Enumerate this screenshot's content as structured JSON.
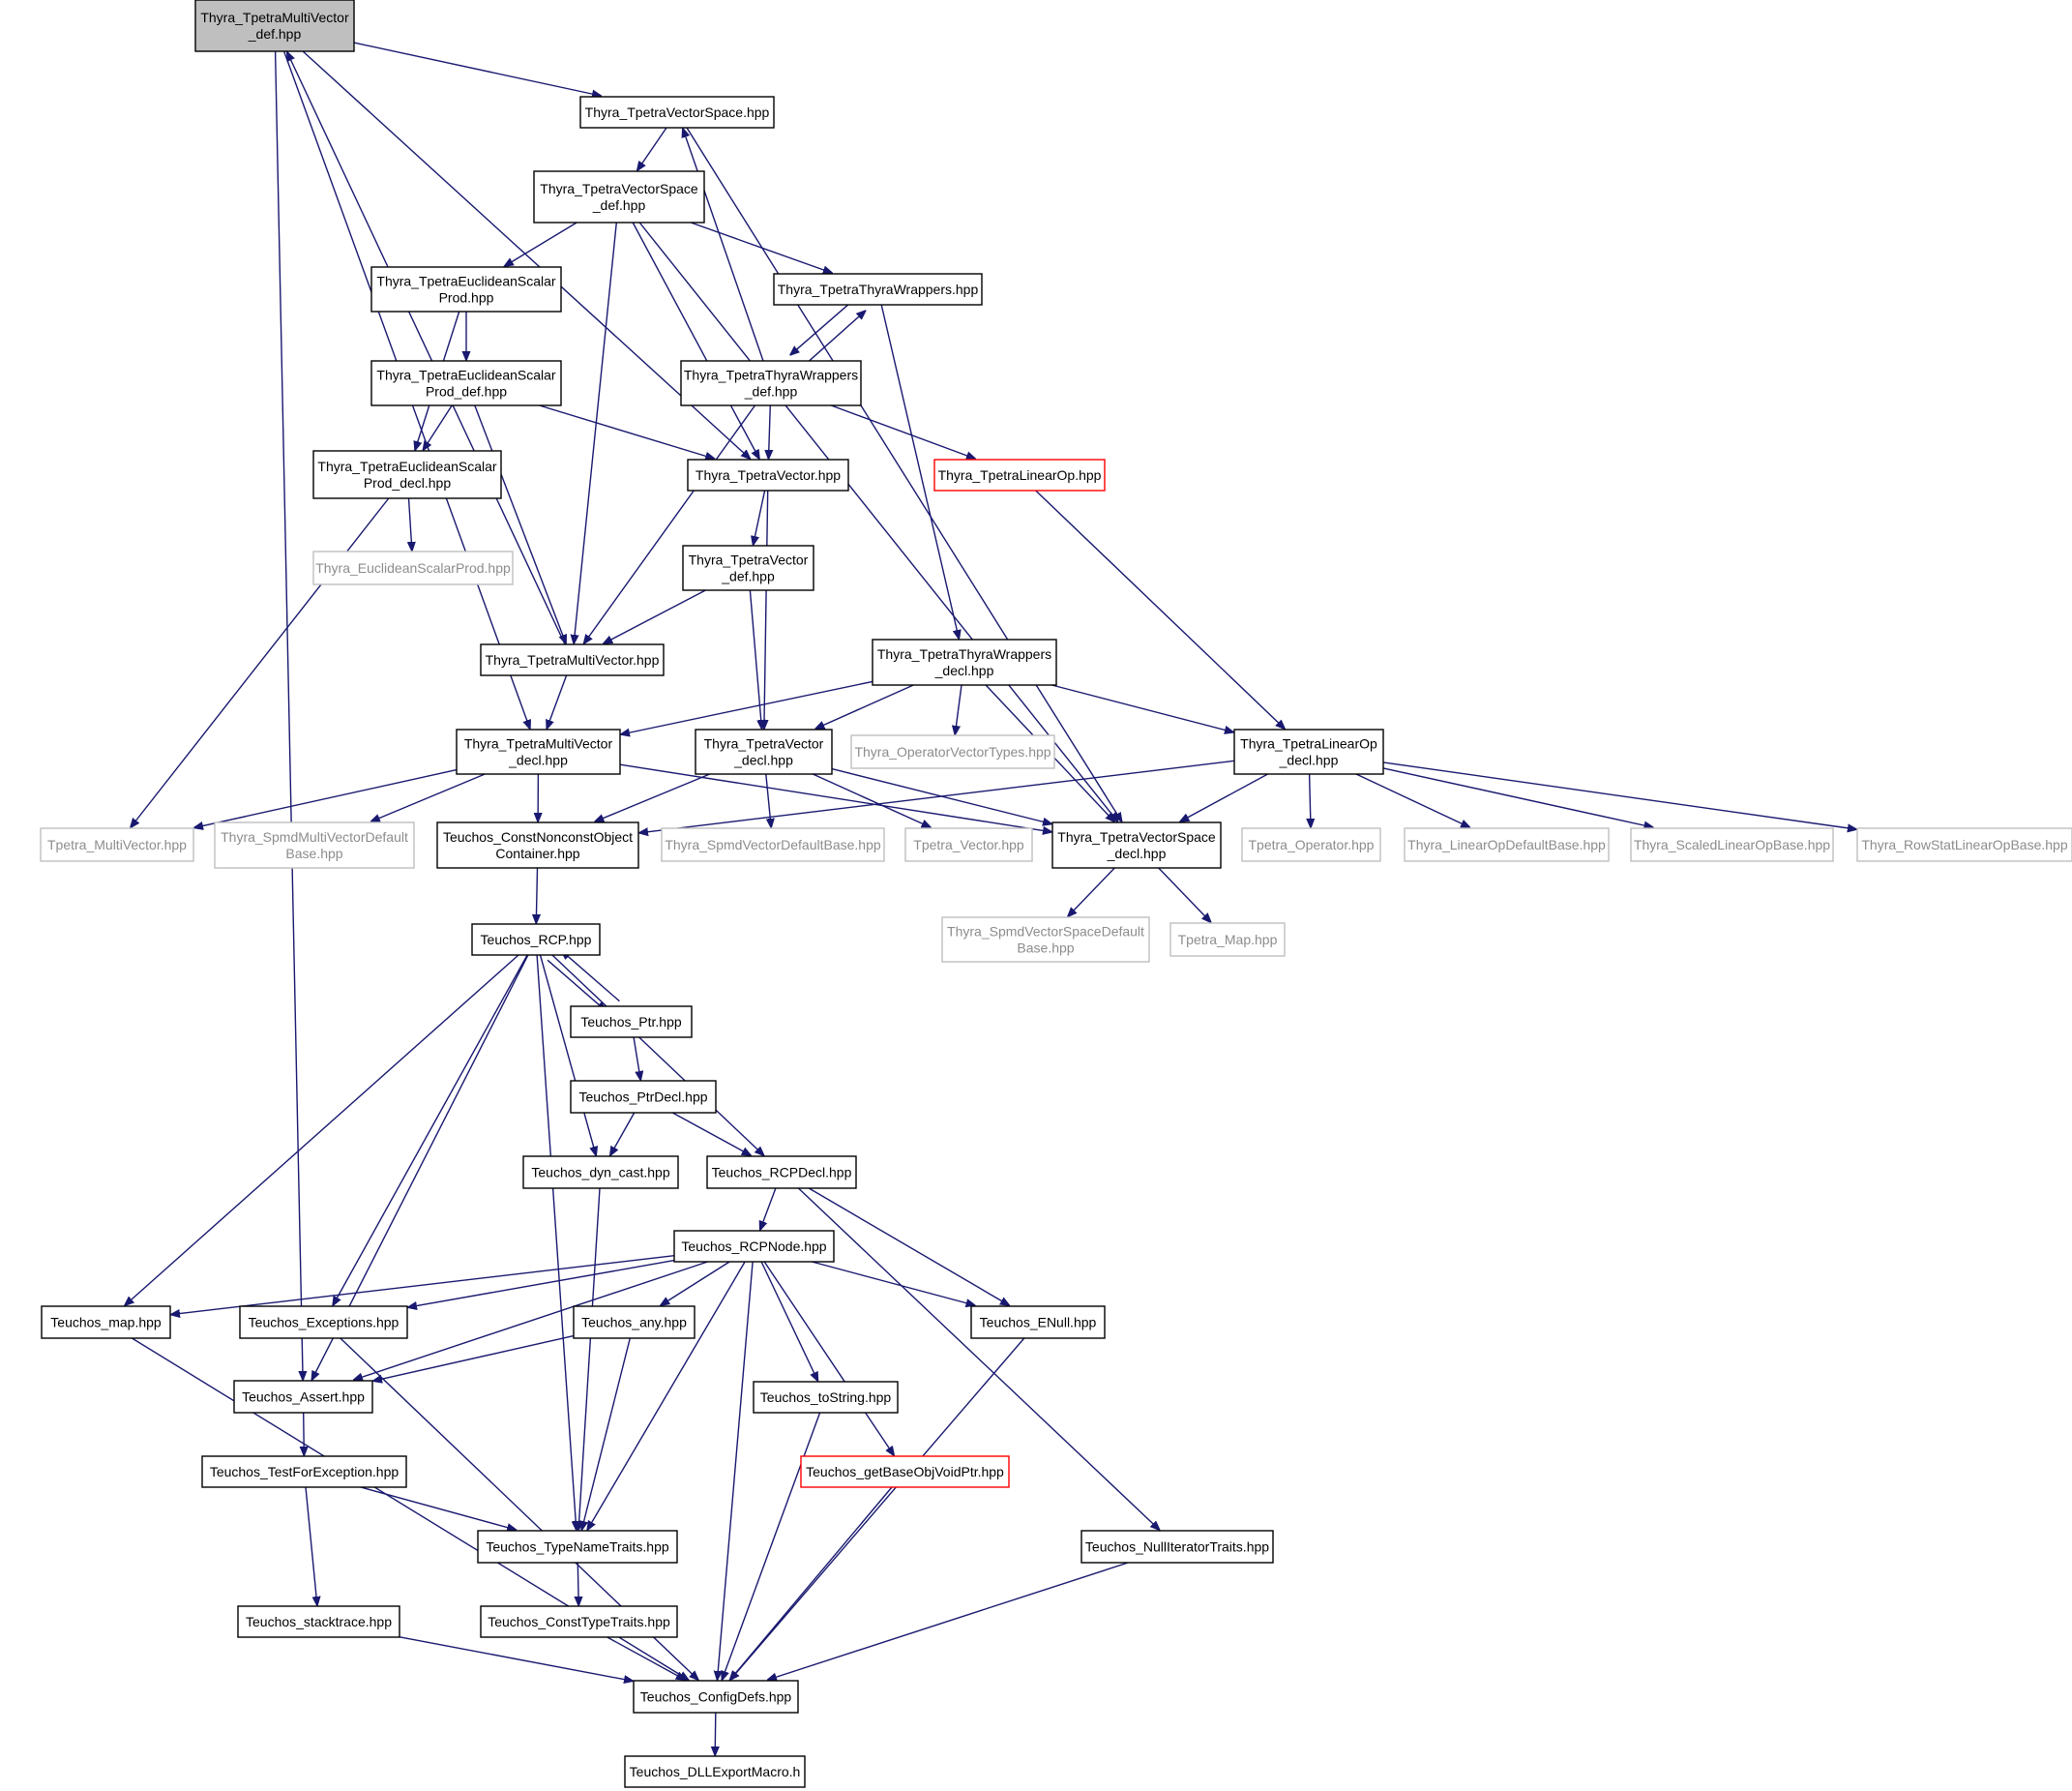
{
  "colors": {
    "edge": "#191970",
    "node_border": "#000000",
    "root_fill": "#bfbfbf",
    "external_border": "#bfbfbf",
    "external_text": "#8c8c8c",
    "truncated_border": "#ff0000"
  },
  "nodes": [
    {
      "id": "n_root",
      "label": [
        "Thyra_TpetraMultiVector",
        "_def.hpp"
      ],
      "kind": "root"
    },
    {
      "id": "n_vs",
      "label": [
        "Thyra_TpetraVectorSpace.hpp"
      ],
      "kind": "normal"
    },
    {
      "id": "n_vs_def",
      "label": [
        "Thyra_TpetraVectorSpace",
        "_def.hpp"
      ],
      "kind": "normal"
    },
    {
      "id": "n_esp",
      "label": [
        "Thyra_TpetraEuclideanScalar",
        "Prod.hpp"
      ],
      "kind": "normal"
    },
    {
      "id": "n_ttw",
      "label": [
        "Thyra_TpetraThyraWrappers.hpp"
      ],
      "kind": "normal"
    },
    {
      "id": "n_esp_def",
      "label": [
        "Thyra_TpetraEuclideanScalar",
        "Prod_def.hpp"
      ],
      "kind": "normal"
    },
    {
      "id": "n_ttw_def",
      "label": [
        "Thyra_TpetraThyraWrappers",
        "_def.hpp"
      ],
      "kind": "normal"
    },
    {
      "id": "n_esp_decl",
      "label": [
        "Thyra_TpetraEuclideanScalar",
        "Prod_decl.hpp"
      ],
      "kind": "normal"
    },
    {
      "id": "n_tv",
      "label": [
        "Thyra_TpetraVector.hpp"
      ],
      "kind": "normal"
    },
    {
      "id": "n_tlo",
      "label": [
        "Thyra_TpetraLinearOp.hpp"
      ],
      "kind": "truncated"
    },
    {
      "id": "n_esp_ext",
      "label": [
        "Thyra_EuclideanScalarProd.hpp"
      ],
      "kind": "external"
    },
    {
      "id": "n_tv_def",
      "label": [
        "Thyra_TpetraVector",
        "_def.hpp"
      ],
      "kind": "normal"
    },
    {
      "id": "n_tmv",
      "label": [
        "Thyra_TpetraMultiVector.hpp"
      ],
      "kind": "normal"
    },
    {
      "id": "n_ttw_decl",
      "label": [
        "Thyra_TpetraThyraWrappers",
        "_decl.hpp"
      ],
      "kind": "normal"
    },
    {
      "id": "n_tmv_decl",
      "label": [
        "Thyra_TpetraMultiVector",
        "_decl.hpp"
      ],
      "kind": "normal"
    },
    {
      "id": "n_tv_decl",
      "label": [
        "Thyra_TpetraVector",
        "_decl.hpp"
      ],
      "kind": "normal"
    },
    {
      "id": "n_ovt",
      "label": [
        "Thyra_OperatorVectorTypes.hpp"
      ],
      "kind": "external"
    },
    {
      "id": "n_tlo_decl",
      "label": [
        "Thyra_TpetraLinearOp",
        "_decl.hpp"
      ],
      "kind": "normal"
    },
    {
      "id": "n_tpmv",
      "label": [
        "Tpetra_MultiVector.hpp"
      ],
      "kind": "external"
    },
    {
      "id": "n_smvdb",
      "label": [
        "Thyra_SpmdMultiVectorDefault",
        "Base.hpp"
      ],
      "kind": "external"
    },
    {
      "id": "n_cnoc",
      "label": [
        "Teuchos_ConstNonconstObject",
        "Container.hpp"
      ],
      "kind": "normal"
    },
    {
      "id": "n_svdb",
      "label": [
        "Thyra_SpmdVectorDefaultBase.hpp"
      ],
      "kind": "external"
    },
    {
      "id": "n_tpv",
      "label": [
        "Tpetra_Vector.hpp"
      ],
      "kind": "external"
    },
    {
      "id": "n_vs_decl",
      "label": [
        "Thyra_TpetraVectorSpace",
        "_decl.hpp"
      ],
      "kind": "normal"
    },
    {
      "id": "n_tpop",
      "label": [
        "Tpetra_Operator.hpp"
      ],
      "kind": "external"
    },
    {
      "id": "n_lodb",
      "label": [
        "Thyra_LinearOpDefaultBase.hpp"
      ],
      "kind": "external"
    },
    {
      "id": "n_slob",
      "label": [
        "Thyra_ScaledLinearOpBase.hpp"
      ],
      "kind": "external"
    },
    {
      "id": "n_rslob",
      "label": [
        "Thyra_RowStatLinearOpBase.hpp"
      ],
      "kind": "external"
    },
    {
      "id": "n_svsdb",
      "label": [
        "Thyra_SpmdVectorSpaceDefault",
        "Base.hpp"
      ],
      "kind": "external"
    },
    {
      "id": "n_tpmap",
      "label": [
        "Tpetra_Map.hpp"
      ],
      "kind": "external"
    },
    {
      "id": "n_rcp",
      "label": [
        "Teuchos_RCP.hpp"
      ],
      "kind": "normal"
    },
    {
      "id": "n_ptr",
      "label": [
        "Teuchos_Ptr.hpp"
      ],
      "kind": "normal"
    },
    {
      "id": "n_ptrdecl",
      "label": [
        "Teuchos_PtrDecl.hpp"
      ],
      "kind": "normal"
    },
    {
      "id": "n_dyncast",
      "label": [
        "Teuchos_dyn_cast.hpp"
      ],
      "kind": "normal"
    },
    {
      "id": "n_rcpdecl",
      "label": [
        "Teuchos_RCPDecl.hpp"
      ],
      "kind": "normal"
    },
    {
      "id": "n_rcpnode",
      "label": [
        "Teuchos_RCPNode.hpp"
      ],
      "kind": "normal"
    },
    {
      "id": "n_map",
      "label": [
        "Teuchos_map.hpp"
      ],
      "kind": "normal"
    },
    {
      "id": "n_exc",
      "label": [
        "Teuchos_Exceptions.hpp"
      ],
      "kind": "normal"
    },
    {
      "id": "n_any",
      "label": [
        "Teuchos_any.hpp"
      ],
      "kind": "normal"
    },
    {
      "id": "n_enull",
      "label": [
        "Teuchos_ENull.hpp"
      ],
      "kind": "normal"
    },
    {
      "id": "n_assert",
      "label": [
        "Teuchos_Assert.hpp"
      ],
      "kind": "normal"
    },
    {
      "id": "n_tostr",
      "label": [
        "Teuchos_toString.hpp"
      ],
      "kind": "normal"
    },
    {
      "id": "n_tfe",
      "label": [
        "Teuchos_TestForException.hpp"
      ],
      "kind": "normal"
    },
    {
      "id": "n_gbovp",
      "label": [
        "Teuchos_getBaseObjVoidPtr.hpp"
      ],
      "kind": "truncated"
    },
    {
      "id": "n_tnt",
      "label": [
        "Teuchos_TypeNameTraits.hpp"
      ],
      "kind": "normal"
    },
    {
      "id": "n_nit",
      "label": [
        "Teuchos_NullIteratorTraits.hpp"
      ],
      "kind": "normal"
    },
    {
      "id": "n_st",
      "label": [
        "Teuchos_stacktrace.hpp"
      ],
      "kind": "normal"
    },
    {
      "id": "n_ctt",
      "label": [
        "Teuchos_ConstTypeTraits.hpp"
      ],
      "kind": "normal"
    },
    {
      "id": "n_cfg",
      "label": [
        "Teuchos_ConfigDefs.hpp"
      ],
      "kind": "normal"
    },
    {
      "id": "n_dll",
      "label": [
        "Teuchos_DLLExportMacro.h"
      ],
      "kind": "normal"
    }
  ],
  "edges": [
    {
      "from": "n_root",
      "to": "n_vs"
    },
    {
      "from": "n_root",
      "to": "n_tmv_decl"
    },
    {
      "from": "n_root",
      "to": "n_tv"
    },
    {
      "from": "n_root",
      "to": "n_assert"
    },
    {
      "from": "n_tmv",
      "to": "n_root"
    },
    {
      "from": "n_vs",
      "to": "n_vs_def"
    },
    {
      "from": "n_vs",
      "to": "n_vs_decl"
    },
    {
      "from": "n_ttw_def",
      "to": "n_vs"
    },
    {
      "from": "n_vs_def",
      "to": "n_esp"
    },
    {
      "from": "n_vs_def",
      "to": "n_ttw"
    },
    {
      "from": "n_vs_def",
      "to": "n_tv"
    },
    {
      "from": "n_vs_def",
      "to": "n_tmv"
    },
    {
      "from": "n_vs_def",
      "to": "n_vs_decl"
    },
    {
      "from": "n_esp",
      "to": "n_esp_def"
    },
    {
      "from": "n_esp",
      "to": "n_esp_decl"
    },
    {
      "from": "n_ttw",
      "to": "n_ttw_def"
    },
    {
      "from": "n_ttw_def",
      "to": "n_ttw"
    },
    {
      "from": "n_ttw",
      "to": "n_ttw_decl"
    },
    {
      "from": "n_esp_def",
      "to": "n_esp_decl"
    },
    {
      "from": "n_esp_def",
      "to": "n_tv"
    },
    {
      "from": "n_esp_def",
      "to": "n_tmv"
    },
    {
      "from": "n_ttw_def",
      "to": "n_tv"
    },
    {
      "from": "n_ttw_def",
      "to": "n_tlo"
    },
    {
      "from": "n_ttw_def",
      "to": "n_tmv"
    },
    {
      "from": "n_esp_decl",
      "to": "n_esp_ext"
    },
    {
      "from": "n_esp_decl",
      "to": "n_tpmv"
    },
    {
      "from": "n_tv",
      "to": "n_tv_def"
    },
    {
      "from": "n_tv",
      "to": "n_tv_decl"
    },
    {
      "from": "n_tlo",
      "to": "n_tlo_decl"
    },
    {
      "from": "n_tv_def",
      "to": "n_tmv"
    },
    {
      "from": "n_tv_def",
      "to": "n_tv_decl"
    },
    {
      "from": "n_tmv",
      "to": "n_tmv_decl"
    },
    {
      "from": "n_ttw_decl",
      "to": "n_tmv_decl"
    },
    {
      "from": "n_ttw_decl",
      "to": "n_tv_decl"
    },
    {
      "from": "n_ttw_decl",
      "to": "n_ovt"
    },
    {
      "from": "n_ttw_decl",
      "to": "n_vs_decl"
    },
    {
      "from": "n_ttw_decl",
      "to": "n_tlo_decl"
    },
    {
      "from": "n_tmv_decl",
      "to": "n_tpmv"
    },
    {
      "from": "n_tmv_decl",
      "to": "n_smvdb"
    },
    {
      "from": "n_tmv_decl",
      "to": "n_cnoc"
    },
    {
      "from": "n_tmv_decl",
      "to": "n_vs_decl"
    },
    {
      "from": "n_tv_decl",
      "to": "n_cnoc"
    },
    {
      "from": "n_tv_decl",
      "to": "n_svdb"
    },
    {
      "from": "n_tv_decl",
      "to": "n_tpv"
    },
    {
      "from": "n_tv_decl",
      "to": "n_vs_decl"
    },
    {
      "from": "n_tlo_decl",
      "to": "n_cnoc"
    },
    {
      "from": "n_tlo_decl",
      "to": "n_vs_decl"
    },
    {
      "from": "n_tlo_decl",
      "to": "n_tpop"
    },
    {
      "from": "n_tlo_decl",
      "to": "n_lodb"
    },
    {
      "from": "n_tlo_decl",
      "to": "n_slob"
    },
    {
      "from": "n_tlo_decl",
      "to": "n_rslob"
    },
    {
      "from": "n_vs_decl",
      "to": "n_svsdb"
    },
    {
      "from": "n_vs_decl",
      "to": "n_tpmap"
    },
    {
      "from": "n_cnoc",
      "to": "n_rcp"
    },
    {
      "from": "n_rcp",
      "to": "n_ptr"
    },
    {
      "from": "n_ptr",
      "to": "n_rcp"
    },
    {
      "from": "n_rcp",
      "to": "n_dyncast"
    },
    {
      "from": "n_rcp",
      "to": "n_rcpdecl"
    },
    {
      "from": "n_rcp",
      "to": "n_map"
    },
    {
      "from": "n_rcp",
      "to": "n_exc"
    },
    {
      "from": "n_rcp",
      "to": "n_assert"
    },
    {
      "from": "n_rcp",
      "to": "n_tnt"
    },
    {
      "from": "n_ptr",
      "to": "n_ptrdecl"
    },
    {
      "from": "n_ptrdecl",
      "to": "n_dyncast"
    },
    {
      "from": "n_ptrdecl",
      "to": "n_rcpdecl"
    },
    {
      "from": "n_dyncast",
      "to": "n_tnt"
    },
    {
      "from": "n_rcpdecl",
      "to": "n_rcpnode"
    },
    {
      "from": "n_rcpdecl",
      "to": "n_enull"
    },
    {
      "from": "n_rcpdecl",
      "to": "n_nit"
    },
    {
      "from": "n_rcpnode",
      "to": "n_map"
    },
    {
      "from": "n_rcpnode",
      "to": "n_exc"
    },
    {
      "from": "n_rcpnode",
      "to": "n_any"
    },
    {
      "from": "n_rcpnode",
      "to": "n_enull"
    },
    {
      "from": "n_rcpnode",
      "to": "n_assert"
    },
    {
      "from": "n_rcpnode",
      "to": "n_tostr"
    },
    {
      "from": "n_rcpnode",
      "to": "n_gbovp"
    },
    {
      "from": "n_rcpnode",
      "to": "n_tnt"
    },
    {
      "from": "n_rcpnode",
      "to": "n_cfg"
    },
    {
      "from": "n_any",
      "to": "n_assert"
    },
    {
      "from": "n_any",
      "to": "n_tnt"
    },
    {
      "from": "n_assert",
      "to": "n_tfe"
    },
    {
      "from": "n_tfe",
      "to": "n_tnt"
    },
    {
      "from": "n_tfe",
      "to": "n_st"
    },
    {
      "from": "n_map",
      "to": "n_cfg"
    },
    {
      "from": "n_exc",
      "to": "n_cfg"
    },
    {
      "from": "n_enull",
      "to": "n_cfg"
    },
    {
      "from": "n_tostr",
      "to": "n_cfg"
    },
    {
      "from": "n_gbovp",
      "to": "n_cfg"
    },
    {
      "from": "n_nit",
      "to": "n_cfg"
    },
    {
      "from": "n_tnt",
      "to": "n_ctt"
    },
    {
      "from": "n_st",
      "to": "n_cfg"
    },
    {
      "from": "n_ctt",
      "to": "n_cfg"
    },
    {
      "from": "n_cfg",
      "to": "n_dll"
    }
  ]
}
